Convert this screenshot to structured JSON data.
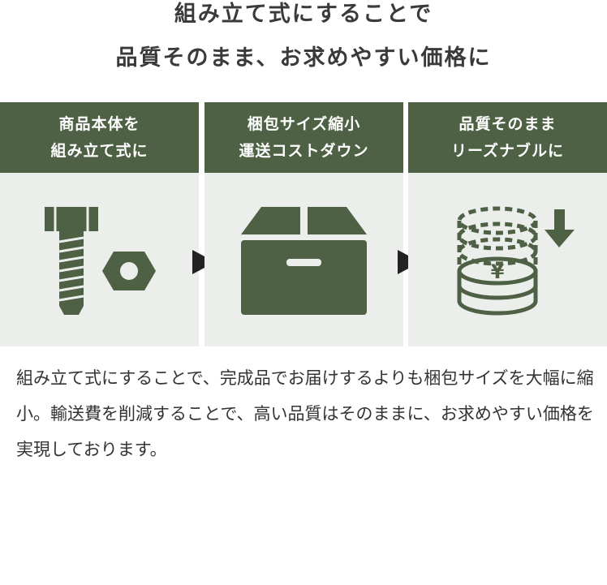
{
  "title": {
    "line1": "組み立て式にすることで",
    "line2": "品質そのまま、お求めやすい価格に"
  },
  "panels": [
    {
      "line1": "商品本体を",
      "line2": "組み立て式に",
      "icon": "bolt-nut-icon"
    },
    {
      "line1": "梱包サイズ縮小",
      "line2": "運送コストダウン",
      "icon": "box-icon"
    },
    {
      "line1": "品質そのまま",
      "line2": "リーズナブルに",
      "icon": "coins-down-icon"
    }
  ],
  "description": "組み立て式にすることで、完成品でお届けするよりも梱包サイズを大幅に縮小。輸送費を削減することで、高い品質はそのままに、お求めやすい価格を実現しております。",
  "colors": {
    "accent": "#4e6145",
    "panel_bg": "#eceeeb"
  }
}
